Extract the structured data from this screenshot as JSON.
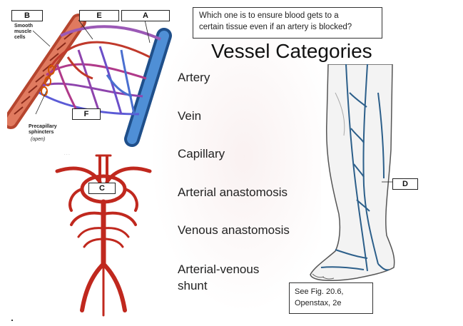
{
  "question": {
    "line1": "Which one is to ensure blood gets to a",
    "line2": "certain tissue even if an artery is blocked?"
  },
  "title": "Vessel Categories",
  "terms": {
    "artery": "Artery",
    "vein": "Vein",
    "capillary": "Capillary",
    "arterial_anastomosis": "Arterial anastomosis",
    "venous_anastomosis": "Venous anastomosis",
    "arterial_venous_shunt_line1": "Arterial-venous",
    "arterial_venous_shunt_line2": "shunt"
  },
  "labels": {
    "a": "A",
    "b": "B",
    "c": "C",
    "d": "D",
    "e": "E",
    "f": "F"
  },
  "capillary_figure": {
    "smooth_muscle_line1": "Smooth",
    "smooth_muscle_line2": "muscle",
    "smooth_muscle_line3": "cells",
    "precapillary_line1": "Precapillary",
    "precapillary_line2": "sphincters",
    "precapillary_open": "(open)"
  },
  "reference": {
    "line1": "See Fig. 20.6,",
    "line2": "Openstax, 2e"
  },
  "colors": {
    "artery_red": "#c0392b",
    "vein_blue": "#2e6fb5",
    "capillary_purple": "#8e44ad",
    "leg_vein": "#2c5f8a"
  }
}
